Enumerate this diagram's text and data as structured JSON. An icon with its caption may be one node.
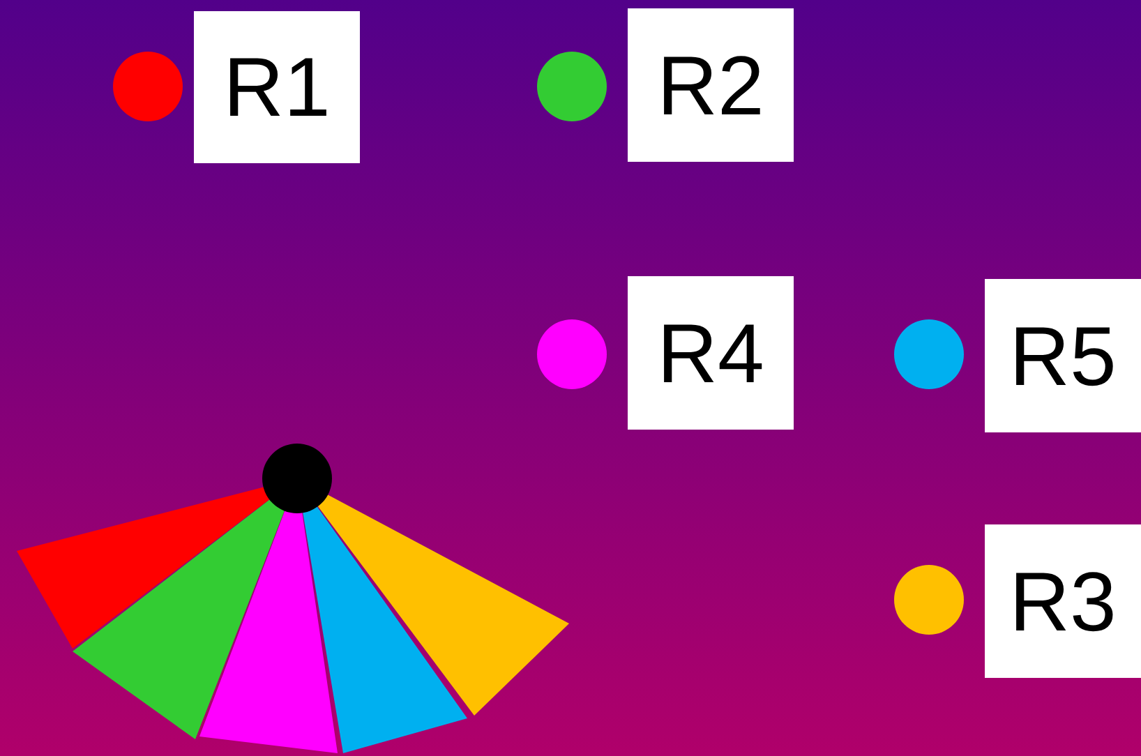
{
  "diagram": {
    "legend": [
      {
        "text": "R1",
        "color": "#ff0000"
      },
      {
        "text": "R2",
        "color": "#33cc33"
      },
      {
        "text": "R4",
        "color": "#ff00ff"
      },
      {
        "text": "R5",
        "color": "#00b0f0"
      },
      {
        "text": "R3",
        "color": "#ffc000"
      }
    ]
  }
}
